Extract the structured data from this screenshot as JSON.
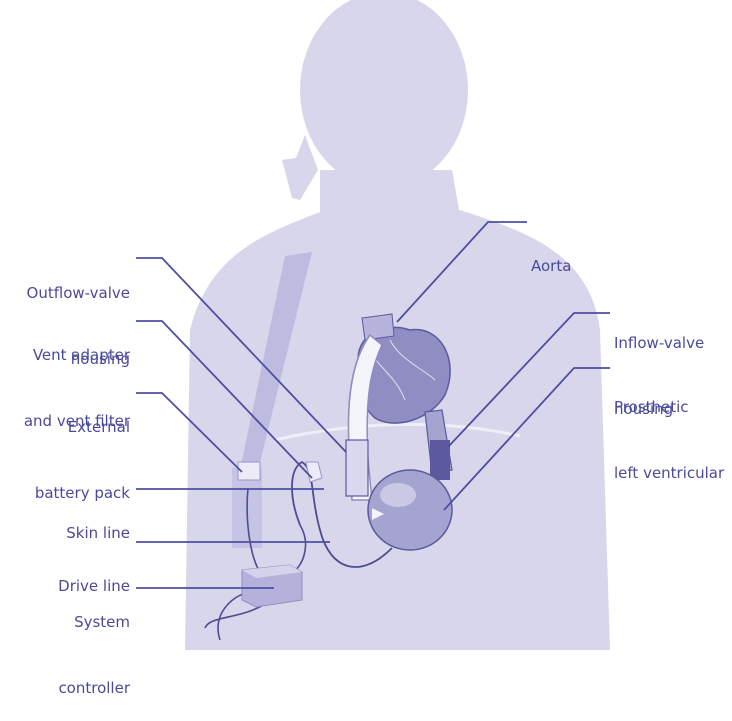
{
  "colors": {
    "body_silhouette": "#d7d6eb",
    "device": "#a5a3cf",
    "device_dark": "#5b5a9e",
    "leader_line": "#4f4ea3",
    "label_text": "#4a4a9c"
  },
  "labels": {
    "aorta": [
      "Aorta"
    ],
    "outflow_valve_housing": [
      "Outflow-valve",
      "housing"
    ],
    "vent_adapter": [
      "Vent adapter",
      "and vent filter"
    ],
    "inflow_valve_housing": [
      "Inflow-valve",
      "housing"
    ],
    "external_battery_pack": [
      "External",
      "battery pack"
    ],
    "prosthetic_left_ventricular": [
      "Prosthetic",
      "left ventricular"
    ],
    "skin_line": [
      "Skin line"
    ],
    "drive_line": [
      "Drive line"
    ],
    "system_controller": [
      "System",
      "controller"
    ]
  }
}
